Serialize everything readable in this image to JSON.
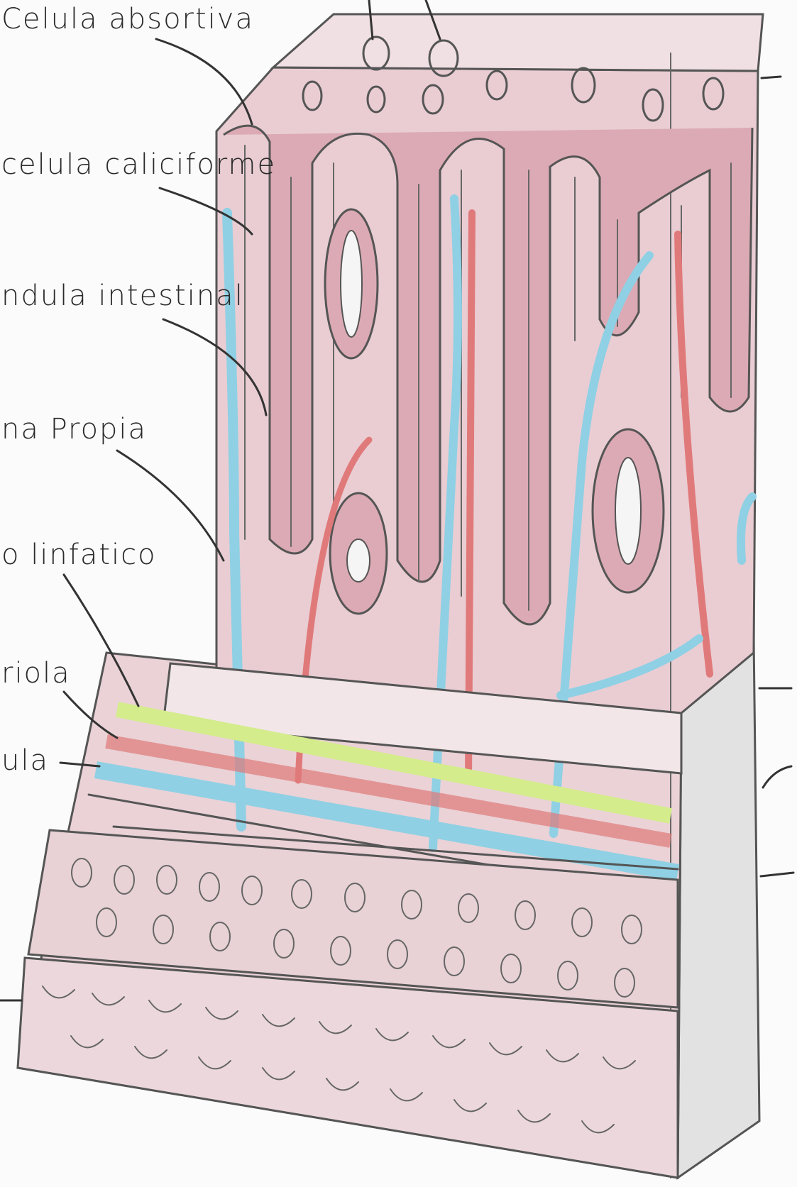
{
  "labels": {
    "celula_absortiva": "Celula absortiva",
    "celula_caliciforme": "celula caliciforme",
    "glandula_intestinal": "ndula intestinal",
    "lamina_propia": "na Propia",
    "vaso_linfatico": "o linfatico",
    "arteriola": "riola",
    "vena": "ula"
  },
  "colors": {
    "tissue_pink": "#e8c8cf",
    "epithelium_pink": "#dcaab4",
    "lymph_blue": "#8fd0e4",
    "artery_red": "#e07a7a",
    "muscularis_green": "#d4ec8c",
    "pencil": "#555555"
  }
}
